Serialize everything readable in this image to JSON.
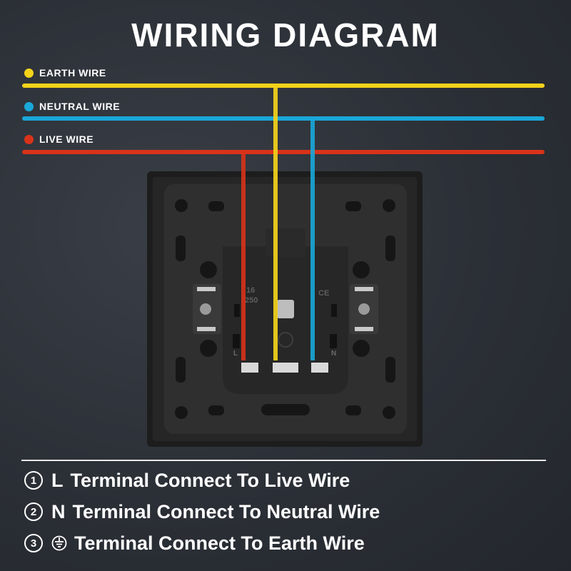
{
  "title": "WIRING DIAGRAM",
  "colors": {
    "earth": "#f3d21a",
    "neutral": "#1aa8d8",
    "live": "#d8331a",
    "background": "#2b2f36",
    "socket_body": "#1f1f1f"
  },
  "wires": [
    {
      "id": "earth",
      "label": "EARTH WIRE"
    },
    {
      "id": "neutral",
      "label": "NEUTRAL WIRE"
    },
    {
      "id": "live",
      "label": "LIVE WIRE"
    }
  ],
  "socket": {
    "rating_amps": "16",
    "rating_volts": "250",
    "mark_ce": "CE",
    "terminal_l": "L",
    "terminal_n": "N"
  },
  "instructions": [
    {
      "number": "1",
      "terminal": "L",
      "text": "Terminal Connect To Live Wire"
    },
    {
      "number": "2",
      "terminal": "N",
      "text": "Terminal Connect To Neutral Wire"
    },
    {
      "number": "3",
      "terminal": "earth-symbol",
      "text": "Terminal Connect To Earth Wire"
    }
  ]
}
